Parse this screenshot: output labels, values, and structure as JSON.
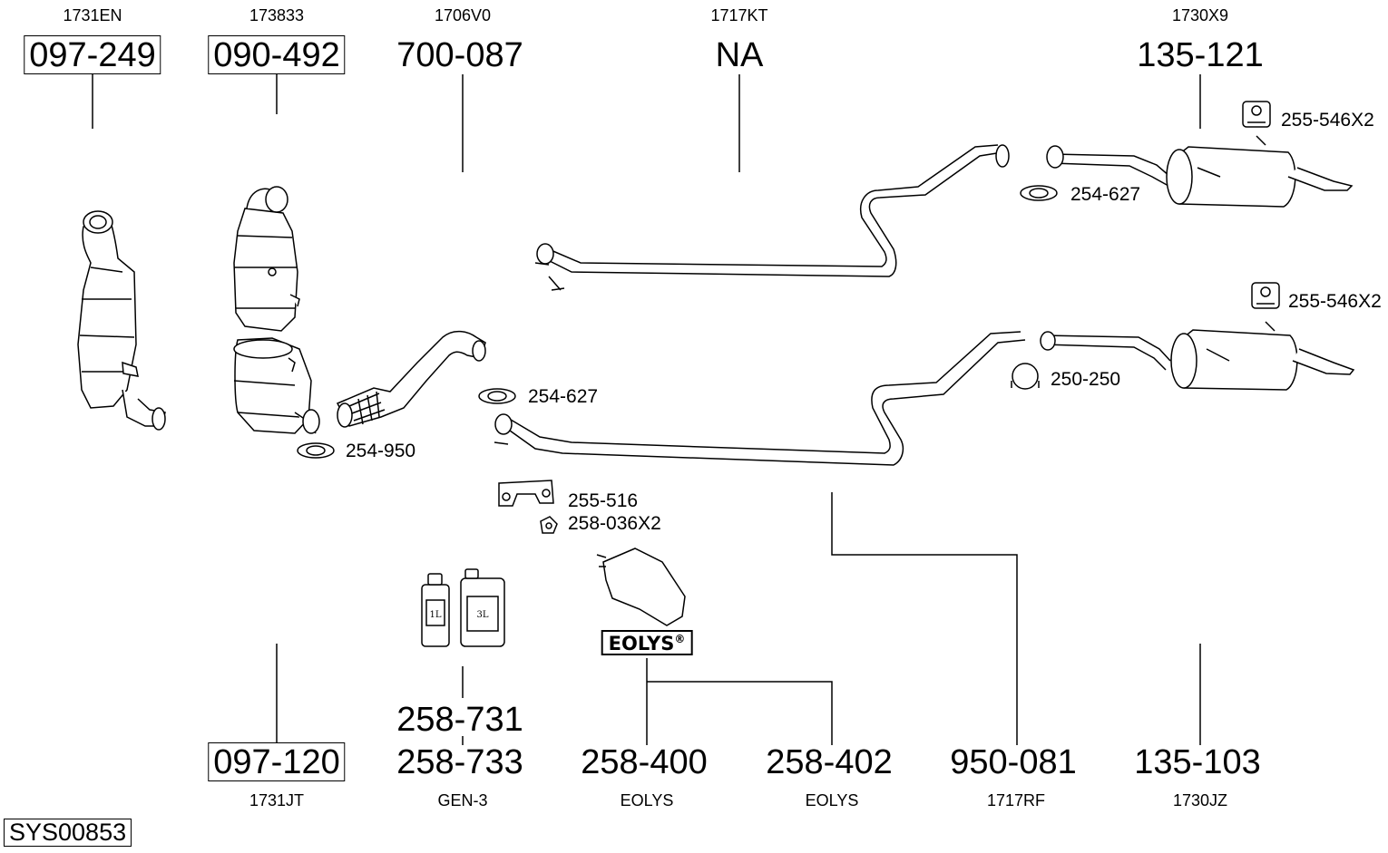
{
  "system_code": "SYS00853",
  "top_parts": [
    {
      "ref": "1731EN",
      "number": "097-249",
      "boxed": true
    },
    {
      "ref": "173833",
      "number": "090-492",
      "boxed": true
    },
    {
      "ref": "1706V0",
      "number": "700-087",
      "boxed": false
    },
    {
      "ref": "1717KT",
      "number": "NA",
      "boxed": false
    },
    {
      "ref": "1730X9",
      "number": "135-121",
      "boxed": false
    }
  ],
  "bottom_parts": [
    {
      "ref": "1731JT",
      "number": "097-120",
      "boxed": true
    },
    {
      "ref": "GEN-3",
      "number": "258-733",
      "extra_number": "258-731",
      "boxed": false
    },
    {
      "ref": "EOLYS",
      "number": "258-400",
      "boxed": false
    },
    {
      "ref": "EOLYS",
      "number": "258-402",
      "boxed": false
    },
    {
      "ref": "1717RF",
      "number": "950-081",
      "boxed": false
    },
    {
      "ref": "1730JZ",
      "number": "135-103",
      "boxed": false
    }
  ],
  "accessories": {
    "hanger_top": "255-546X2",
    "clamp_top": "254-627",
    "hanger_bottom": "255-546X2",
    "clamp_bottom": "250-250",
    "clamp_mid": "254-627",
    "clamp_left": "254-950",
    "bracket": "255-516",
    "nut": "258-036X2"
  },
  "bottle_labels": {
    "small": "1L",
    "large": "3L"
  },
  "brand_label": "EOLYS",
  "brand_mark": "®"
}
